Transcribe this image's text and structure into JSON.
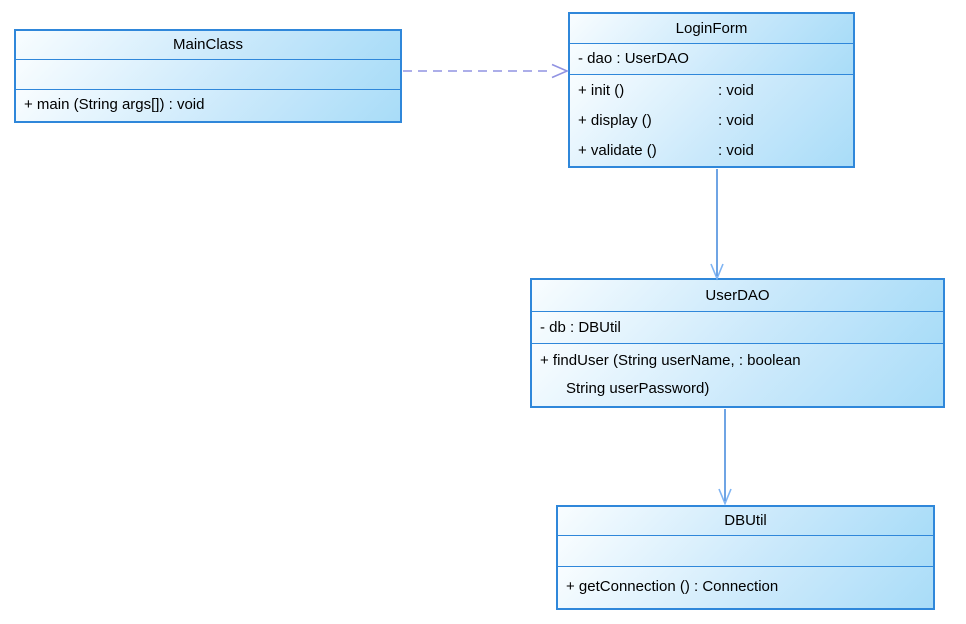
{
  "colors": {
    "box_border": "#2f87da",
    "box_fill_light": "#f9fdff",
    "box_fill_mid": "#cbe9fb",
    "box_fill_dark": "#a8dcf8",
    "text": "#000000",
    "dependency_line": "#9193e2",
    "association_line": "#3f86db",
    "association_head": "#7fb4f3"
  },
  "classes": [
    {
      "title": "MainClass",
      "attributes": [],
      "methods": [
        {
          "text": "+ main (String args[]) : void"
        }
      ]
    },
    {
      "title": "LoginForm",
      "attributes": [
        {
          "text": "- dao : UserDAO"
        }
      ],
      "methods": [
        {
          "sig": "+ init ()",
          "ret": ": void"
        },
        {
          "sig": "+ display ()",
          "ret": ": void"
        },
        {
          "sig": "+ validate ()",
          "ret": ": void"
        }
      ]
    },
    {
      "title": "UserDAO",
      "attributes": [
        {
          "text": "- db : DBUtil"
        }
      ],
      "methods": [
        {
          "line1": "+ findUser (String userName, : boolean",
          "line2": "String userPassword)"
        }
      ]
    },
    {
      "title": "DBUtil",
      "attributes": [],
      "methods": [
        {
          "text": "+ getConnection () : Connection"
        }
      ]
    }
  ],
  "relations": [
    {
      "from": "MainClass",
      "to": "LoginForm",
      "type": "dependency",
      "style": "dashed-open-arrow"
    },
    {
      "from": "LoginForm",
      "to": "UserDAO",
      "type": "directed-association",
      "style": "solid-open-arrow"
    },
    {
      "from": "UserDAO",
      "to": "DBUtil",
      "type": "directed-association",
      "style": "solid-open-arrow"
    }
  ]
}
